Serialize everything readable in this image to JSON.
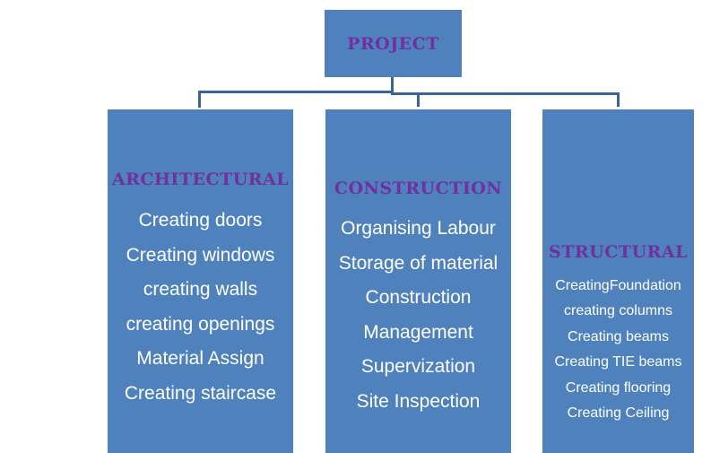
{
  "root": {
    "title": "PROJECT"
  },
  "branches": [
    {
      "title": "ARCHITECTURAL",
      "items": [
        "Creating doors",
        "Creating windows",
        "creating walls",
        "creating openings",
        "Material Assign",
        "Creating staircase"
      ]
    },
    {
      "title": "CONSTRUCTION",
      "items": [
        "Organising Labour",
        "Storage of material",
        "Construction",
        "Management",
        "Supervization",
        "Site Inspection"
      ]
    },
    {
      "title": "STRUCTURAL",
      "items": [
        "CreatingFoundation",
        "creating columns",
        "Creating beams",
        "Creating TIE beams",
        "Creating flooring",
        "Creating Ceiling"
      ]
    }
  ],
  "colors": {
    "box": "#4f81bd",
    "title": "#7030a0",
    "connector": "#3b6496",
    "text": "#ffffff"
  }
}
